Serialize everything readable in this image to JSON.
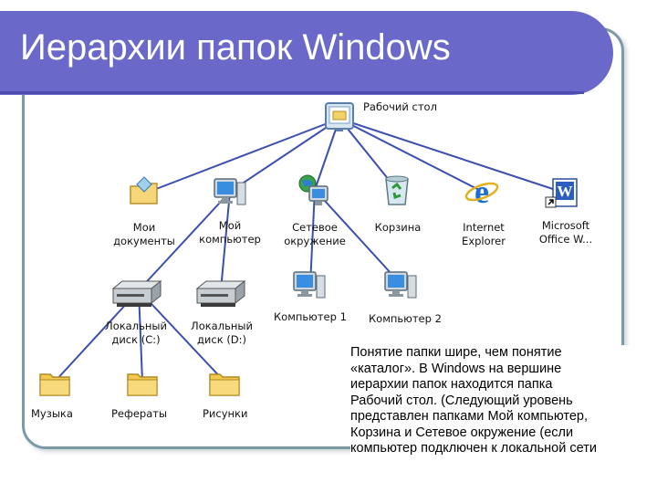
{
  "slide": {
    "title": "Иерархии папок Windows",
    "description_lines": [
      "Понятие папки шире, чем понятие",
      "«каталог». В Windows на вершине",
      "иерархии папок находится папка",
      "Рабочий стол. (Следующий уровень",
      "представлен папками Мой компьютер,",
      "Корзина и Сетевое окружение (если",
      "компьютер подключен к локальной сети"
    ]
  },
  "tree": {
    "root": {
      "label": "Рабочий стол",
      "icon": "desktop-icon"
    },
    "level1": [
      {
        "label_lines": [
          "Мои",
          "документы"
        ],
        "icon": "my-documents-icon"
      },
      {
        "label_lines": [
          "Мой",
          "компьютер"
        ],
        "icon": "my-computer-icon"
      },
      {
        "label_lines": [
          "Сетевое",
          "окружение"
        ],
        "icon": "network-places-icon"
      },
      {
        "label_lines": [
          "Корзина"
        ],
        "icon": "recycle-bin-icon"
      },
      {
        "label_lines": [
          "Internet",
          "Explorer"
        ],
        "icon": "internet-explorer-icon"
      },
      {
        "label_lines": [
          "Microsoft",
          "Office W..."
        ],
        "icon": "word-shortcut-icon"
      }
    ],
    "drives": [
      {
        "label_lines": [
          "Локальный",
          "диск (C:)"
        ],
        "icon": "drive-icon"
      },
      {
        "label_lines": [
          "Локальный",
          "диск (D:)"
        ],
        "icon": "drive-icon"
      }
    ],
    "network_computers": [
      {
        "label": "Компьютер 1",
        "icon": "computer-icon"
      },
      {
        "label": "Компьютер 2",
        "icon": "computer-icon"
      }
    ],
    "folders": [
      {
        "label": "Музыка",
        "icon": "folder-icon"
      },
      {
        "label": "Рефераты",
        "icon": "folder-icon"
      },
      {
        "label": "Рисунки",
        "icon": "folder-icon"
      }
    ]
  },
  "colors": {
    "title_bar": "#6a69c9",
    "frame": "#7a9aa8",
    "connector": "#3a4fb0"
  }
}
